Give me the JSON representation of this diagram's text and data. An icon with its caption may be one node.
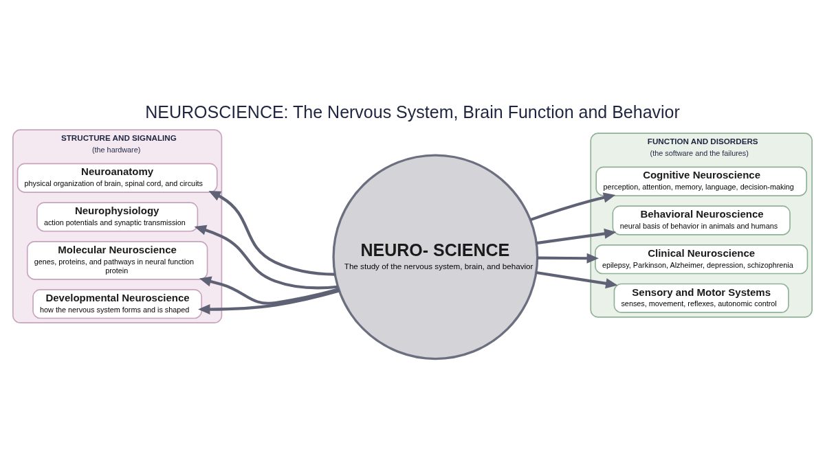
{
  "diagram": {
    "title": "NEUROSCIENCE: The Nervous System, Brain Function and Behavior",
    "nodes": [
      {
        "text": [
          "STRUCTURE AND SIGNALING",
          "(the hardware)"
        ]
      },
      {
        "text": [
          "Neuroanatomy",
          "physical organization of brain, spinal cord, and circuits"
        ],
        "in": 0
      },
      {
        "text": [
          "Neurophysiology",
          "action potentials and synaptic transmission"
        ],
        "in": 0
      },
      {
        "text": [
          "Molecular Neuroscience",
          "genes, proteins, and pathways in neural function",
          "protein"
        ],
        "in": 0
      },
      {
        "text": [
          "Developmental Neuroscience",
          "how the nervous system forms and is shaped"
        ],
        "in": 0
      },
      {
        "text": [
          "FUNCTION AND DISORDERS",
          "(the software and the failures)"
        ]
      },
      {
        "text": [
          "Cognitive Neuroscience",
          "perception, attention, memory, language, decision-making"
        ],
        "in": 5
      },
      {
        "text": [
          "Behavioral Neuroscience",
          "neural basis of behavior in animals and humans"
        ],
        "in": 5
      },
      {
        "text": [
          "Clinical Neuroscience",
          "epilepsy, Parkinson, Alzheimer, depression, schizophrenia"
        ],
        "in": 5
      },
      {
        "text": [
          "Sensory and Motor Systems",
          "senses, movement, reflexes, autonomic control"
        ],
        "in": 5
      },
      {
        "text": [
          "NEURO- SCIENCE",
          "The study of the nervous system, brain, and behavior"
        ]
      }
    ],
    "edges": [
      {
        "from": 10,
        "to": 1,
        "arrow": "to"
      },
      {
        "from": 10,
        "to": 2,
        "arrow": "to"
      },
      {
        "from": 10,
        "to": 3,
        "arrow": "to"
      },
      {
        "from": 10,
        "to": 4,
        "arrow": "to"
      },
      {
        "from": 10,
        "to": 6,
        "arrow": "to"
      },
      {
        "from": 10,
        "to": 7,
        "arrow": "to"
      },
      {
        "from": 10,
        "to": 8,
        "arrow": "to"
      },
      {
        "from": 10,
        "to": 9,
        "arrow": "to"
      }
    ]
  }
}
